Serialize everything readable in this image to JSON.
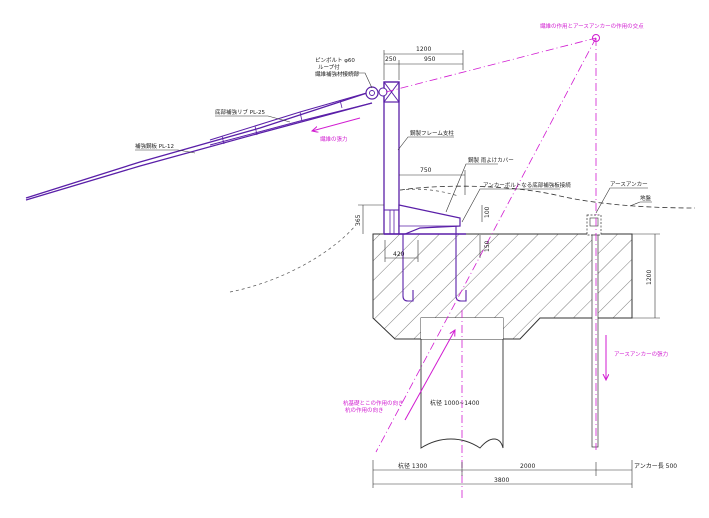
{
  "labels": {
    "force_converge": "繊維の作用とアースアンカーの作用の交点",
    "pin_bolt_1": "ピンボルト φ60",
    "pin_bolt_2": "ループ付",
    "pin_bolt_3": "繊維補強材接続部",
    "rib": "底部補強リブ PL-25",
    "plate": "補強鋼板 PL-12",
    "fiber_force": "繊維の張力",
    "steel_frame": "鋼製フレーム支柱",
    "cover": "鋼製 雨よけカバー",
    "anchor_bolt": "アンカーボルトなる底部補強板接続",
    "earth_anchor": "アースアンカー",
    "ground": "地盤",
    "anchor_force": "アースアンカーの張力",
    "pile_label": "杭径 1000~1400",
    "pile_force_1": "杭基礎とこの作用の向き",
    "pile_force_2": "杭の作用の向き"
  },
  "dims": {
    "top_total": "1200",
    "top_left": "250",
    "top_right": "950",
    "mid": "750",
    "left_v": "365",
    "base_h": "420",
    "small_v": "150",
    "small_v2": "100",
    "right_v": "1200",
    "bottom_left": "杭径 1300",
    "bottom_mid": "2000",
    "bottom_right": "アンカー長 500",
    "bottom_total": "3800"
  },
  "colors": {
    "structure": "#5a1fa8",
    "annotation": "#d11bd1",
    "line": "#333333"
  }
}
